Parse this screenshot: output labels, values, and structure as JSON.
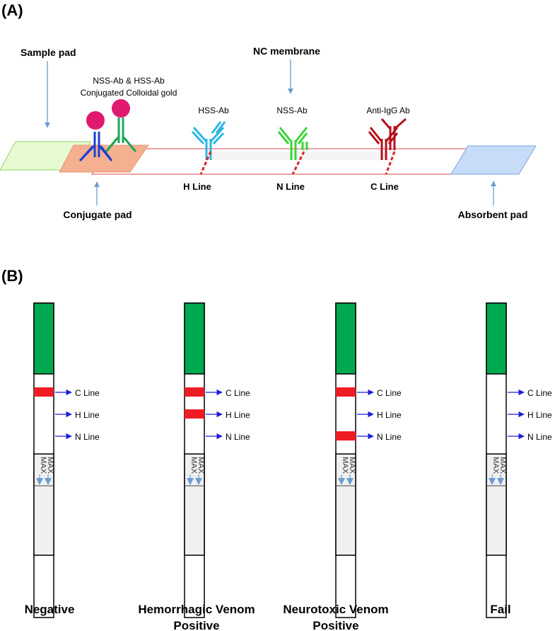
{
  "panel_a": {
    "label": "(A)",
    "sample_pad": "Sample pad",
    "nc_membrane": "NC membrane",
    "conjugate_title_1": "NSS-Ab & HSS-Ab",
    "conjugate_title_2": "Conjugated Colloidal gold",
    "hss_ab": "HSS-Ab",
    "nss_ab": "NSS-Ab",
    "anti_igg_ab": "Anti-IgG Ab",
    "h_line": "H Line",
    "n_line": "N Line",
    "c_line": "C Line",
    "conjugate_pad": "Conjugate pad",
    "absorbent_pad": "Absorbent pad"
  },
  "panel_b": {
    "label": "(B)",
    "line_labels": {
      "c": "C Line",
      "h": "H Line",
      "n": "N Line"
    },
    "max_text": "MAX",
    "strips": [
      {
        "title_1": "Negative",
        "title_2": "",
        "c": true,
        "h": false,
        "n": false
      },
      {
        "title_1": "Hemorrhagic Venom",
        "title_2": "Positive",
        "c": true,
        "h": true,
        "n": false
      },
      {
        "title_1": "Neurotoxic Venom",
        "title_2": "Positive",
        "c": true,
        "h": false,
        "n": true
      },
      {
        "title_1": "Fail",
        "title_2": "",
        "c": false,
        "h": false,
        "n": false
      }
    ]
  },
  "colors": {
    "green_pad": "#00a94f",
    "band_red": "#ee1c24",
    "arrow_blue": "#1f1fd6",
    "pointer_blue": "#6a9ccf",
    "gold": "#e0196e",
    "ab_blue": "#1f3fd1",
    "ab_green": "#1fa65a",
    "hss_cyan": "#2bb6e3",
    "nss_green": "#3bd43b",
    "igg_red": "#b5121b"
  }
}
